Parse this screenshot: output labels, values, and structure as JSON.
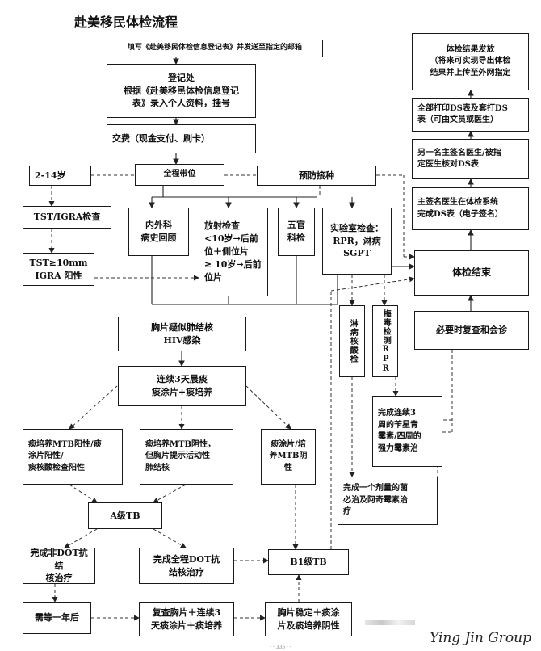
{
  "title": "赴美移民体检流程",
  "steps": {
    "fill_form": "填写《赴美移民体检信息登记表》并发送至指定的邮箱",
    "register": [
      "登记处",
      "根据《赴美移民体检信息登记",
      "表》录入个人资料，挂号"
    ],
    "payment": "交费（现金支付、刷卡）",
    "escort": "全程带位",
    "vaccination": "预防接种",
    "age_2_14": "2-14岁",
    "tst_igra": "TST/IGRA检查",
    "tst_positive": [
      "TST≥10mm",
      "IGRA 阳性"
    ],
    "internal_history": [
      "内外科",
      "病史回顾"
    ],
    "radiology": [
      "放射检查",
      "<10岁→后前",
      "位＋侧位片",
      "≥ 10岁→后前",
      "位片"
    ],
    "facial": [
      "五官",
      "科检"
    ],
    "lab": [
      "实验室检查：",
      "RPR，淋病",
      "SGPT"
    ],
    "gonorrhea_test": "淋病核酸检",
    "syphilis_test": "梅毒检测RPR",
    "chest_suspect": [
      "胸片疑似肺结核",
      "HIV感染"
    ],
    "sputum_3days": [
      "连续3天晨痰",
      "痰涂片+痰培养"
    ],
    "mtb_positive": [
      "痰培养MTB阳性/痰",
      "涂片阳性/",
      "痰核酸检查阳性"
    ],
    "mtb_negative_active": [
      "痰培养MTB阴性，",
      "但胸片提示活动性",
      "肺结核"
    ],
    "mtb_negative": [
      "痰涂片/培",
      "养MTB阴",
      "性"
    ],
    "a_tb": "A级TB",
    "b1_tb": "B1级TB",
    "non_dot": [
      "完成非DOT抗结",
      "核治疗"
    ],
    "full_dot": [
      "完成全程DOT抗",
      "结核治疗"
    ],
    "wait_year": "需等一年后",
    "recheck": [
      "复查胸片＋连续3",
      "天痰涂片＋痰培养"
    ],
    "stable": [
      "胸片稳定＋痰涂",
      "片及痰培养阴性"
    ],
    "penicillin": [
      "完成连续3",
      "周的苄星青",
      "霉素/四周的",
      "强力霉素治"
    ],
    "gonorrhea_treat": [
      "完成一个剂量的菌",
      "必治及阿奇霉素治",
      "疗"
    ],
    "result_release": [
      "体检结果发放",
      "（将来可实现导出体检",
      "结果并上传至外网指定"
    ],
    "print_ds": [
      "全部打印DS表及套打DS",
      "表（可由文员或医生）"
    ],
    "second_doctor": [
      "另一名主签名医生/被指",
      "定医生核对DS表"
    ],
    "main_doctor": [
      "主签名医生在体检系统",
      "完成DS表（电子签名）"
    ],
    "exam_end": "体检结束",
    "review": "必要时复查和会诊"
  },
  "watermark": "Ying Jin Group",
  "footer_note": "· · 335 · ·"
}
